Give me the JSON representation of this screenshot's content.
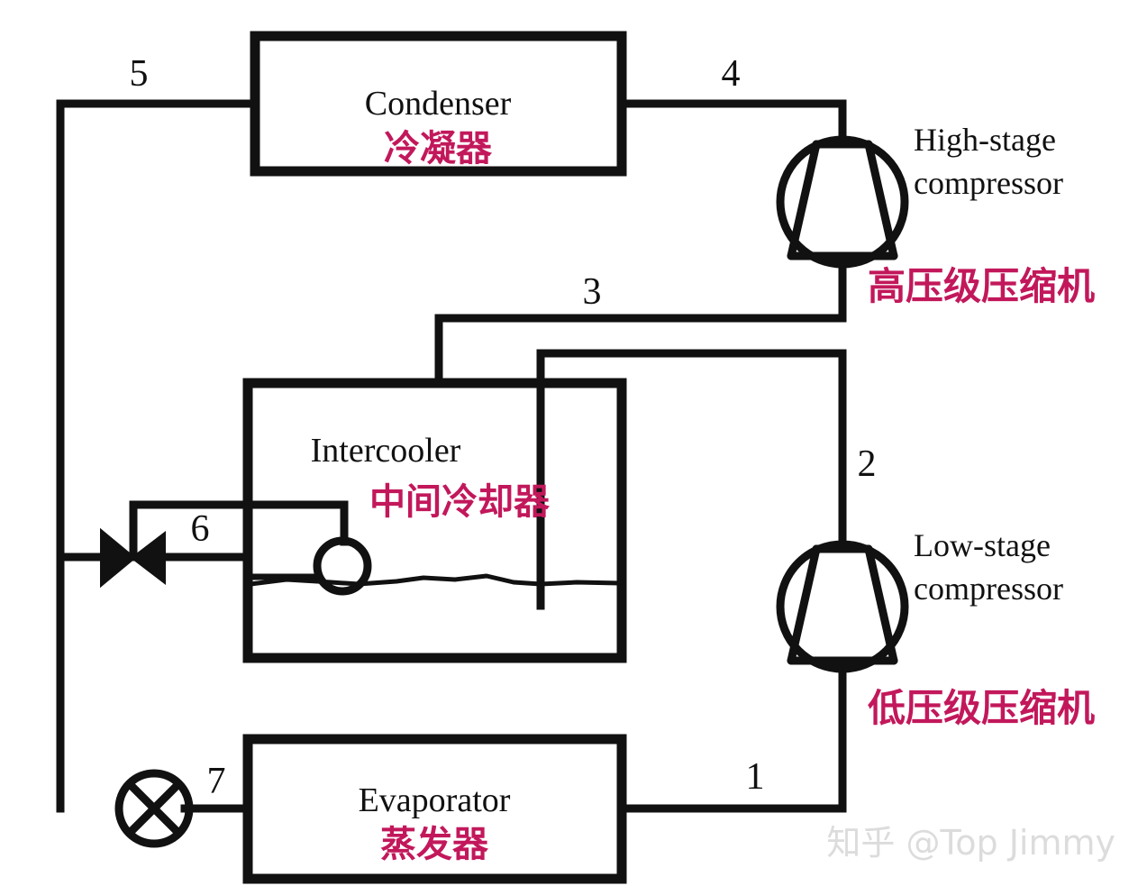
{
  "diagram": {
    "title": "Two-stage compression refrigeration cycle schematic",
    "background_color": "#FFFFFF",
    "line_color": "#111111",
    "accent_color": "#C2185B",
    "watermark_color": "#DCDCDC"
  },
  "components": {
    "condenser": {
      "en": "Condenser",
      "cn": "冷凝器"
    },
    "intercooler": {
      "en": "Intercooler",
      "cn": "中间冷却器"
    },
    "evaporator": {
      "en": "Evaporator",
      "cn": "蒸发器"
    },
    "high_stage_compressor": {
      "en_line1": "High-stage",
      "en_line2": "compressor",
      "cn": "高压级压缩机"
    },
    "low_stage_compressor": {
      "en_line1": "Low-stage",
      "en_line2": "compressor",
      "cn": "低压级压缩机"
    },
    "throttle_valve": {
      "icon": "bowtie-valve-icon"
    },
    "expansion_valve": {
      "icon": "circle-x-valve-icon"
    },
    "float_valve": {
      "icon": "float-circle-icon"
    }
  },
  "state_points": {
    "p1": "1",
    "p2": "2",
    "p3": "3",
    "p4": "4",
    "p5": "5",
    "p6": "6",
    "p7": "7"
  },
  "watermark": {
    "text": "知乎 @Top Jimmy"
  }
}
